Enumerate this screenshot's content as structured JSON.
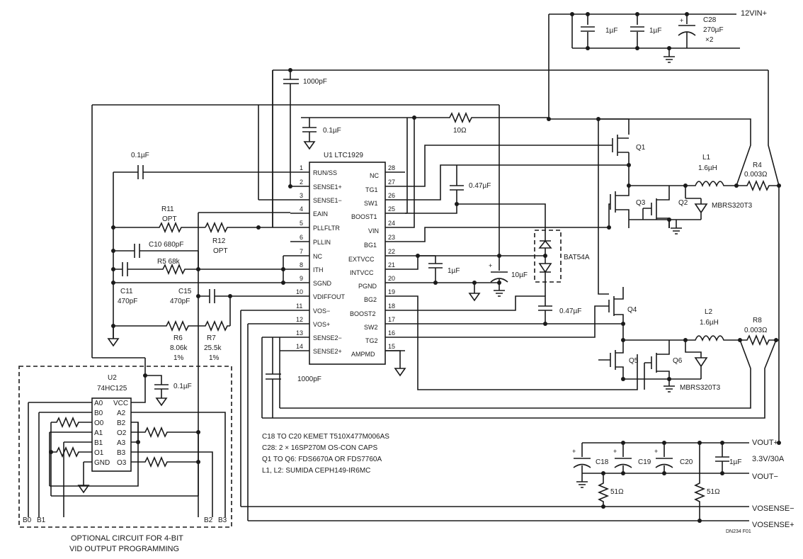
{
  "u1": {
    "title": "U1 LTC1929",
    "left_pins": [
      {
        "num": "1",
        "name": "RUN/SS"
      },
      {
        "num": "2",
        "name": "SENSE1+"
      },
      {
        "num": "3",
        "name": "SENSE1−"
      },
      {
        "num": "4",
        "name": "EAIN"
      },
      {
        "num": "5",
        "name": "PLLFLTR"
      },
      {
        "num": "6",
        "name": "PLLIN"
      },
      {
        "num": "7",
        "name": "NC"
      },
      {
        "num": "8",
        "name": "ITH"
      },
      {
        "num": "9",
        "name": "SGND"
      },
      {
        "num": "10",
        "name": "VDIFFOUT"
      },
      {
        "num": "11",
        "name": "VOS−"
      },
      {
        "num": "12",
        "name": "VOS+"
      },
      {
        "num": "13",
        "name": "SENSE2−"
      },
      {
        "num": "14",
        "name": "SENSE2+"
      }
    ],
    "right_pins": [
      {
        "num": "28",
        "name": "NC"
      },
      {
        "num": "27",
        "name": "TG1"
      },
      {
        "num": "26",
        "name": "SW1"
      },
      {
        "num": "25",
        "name": "BOOST1"
      },
      {
        "num": "24",
        "name": "VIN"
      },
      {
        "num": "23",
        "name": "BG1"
      },
      {
        "num": "22",
        "name": "EXTVCC"
      },
      {
        "num": "21",
        "name": "INTVCC"
      },
      {
        "num": "20",
        "name": "PGND"
      },
      {
        "num": "19",
        "name": "BG2"
      },
      {
        "num": "18",
        "name": "BOOST2"
      },
      {
        "num": "17",
        "name": "SW2"
      },
      {
        "num": "16",
        "name": "TG2"
      },
      {
        "num": "15",
        "name": "AMPMD"
      }
    ]
  },
  "u2": {
    "ref": "U2",
    "part": "74HC125",
    "left_pins": [
      "A0",
      "B0",
      "O0",
      "A1",
      "B1",
      "O1",
      "GND"
    ],
    "right_pins": [
      "VCC",
      "A2",
      "B2",
      "O2",
      "A3",
      "B3",
      "O3"
    ],
    "bottom_labels": [
      "B0",
      "B1",
      "B2",
      "B3"
    ],
    "caption_line1": "OPTIONAL CIRCUIT FOR 4-BIT",
    "caption_line2": "VID OUTPUT PROGRAMMING"
  },
  "components": {
    "c_in1": "1µF",
    "c_in2": "1µF",
    "c28_ref": "C28",
    "c28_value": "270µF",
    "c28_qty": "×2",
    "vin_label": "12VIN+",
    "c_1000pf_top": "1000pF",
    "c_01_top": "0.1µF",
    "r_10": "10Ω",
    "c_runss": "0.1µF",
    "r11_ref": "R11",
    "r11_value": "OPT",
    "r12_ref": "R12",
    "r12_value": "OPT",
    "c10": "C10 680pF",
    "r5": "R5 68k",
    "c11_ref": "C11",
    "c11_value": "470pF",
    "c15_ref": "C15",
    "c15_value": "470pF",
    "r6_ref": "R6",
    "r6_value": "8.06k",
    "r6_tol": "1%",
    "r7_ref": "R7",
    "r7_value": "25.5k",
    "r7_tol": "1%",
    "c_u2": "0.1µF",
    "c_1000pf_bot": "1000pF",
    "c_047_top": "0.47µF",
    "c_047_bot": "0.47µF",
    "c_intvcc": "1µF",
    "c_extvcc": "10µF",
    "d_bat": "BAT54A",
    "q1": "Q1",
    "q2": "Q2",
    "q3": "Q3",
    "q4": "Q4",
    "q5": "Q5",
    "q6": "Q6",
    "l1_ref": "L1",
    "l1_value": "1.6µH",
    "l2_ref": "L2",
    "l2_value": "1.6µH",
    "r4_ref": "R4",
    "r4_value": "0.003Ω",
    "r8_ref": "R8",
    "r8_value": "0.003Ω",
    "d_mbrs1": "MBRS320T3",
    "d_mbrs2": "MBRS320T3",
    "c18": "C18",
    "c19": "C19",
    "c20": "C20",
    "c_out_1u": "1µF",
    "r_51_a": "51Ω",
    "r_51_b": "51Ω"
  },
  "output": {
    "vout_plus": "VOUT+",
    "vout_spec": "3.3V/30A",
    "vout_minus": "VOUT−",
    "vosense_minus": "VOSENSE−",
    "vosense_plus": "VOSENSE+"
  },
  "notes": [
    "C18 TO C20 KEMET T510X477M006AS",
    "C28: 2 × 16SP270M OS-CON CAPS",
    "Q1 TO Q6: FDS6670A OR FDS7760A",
    "L1, L2: SUMIDA CEPH149-IR6MC"
  ],
  "figure_id": "DN234 F01"
}
